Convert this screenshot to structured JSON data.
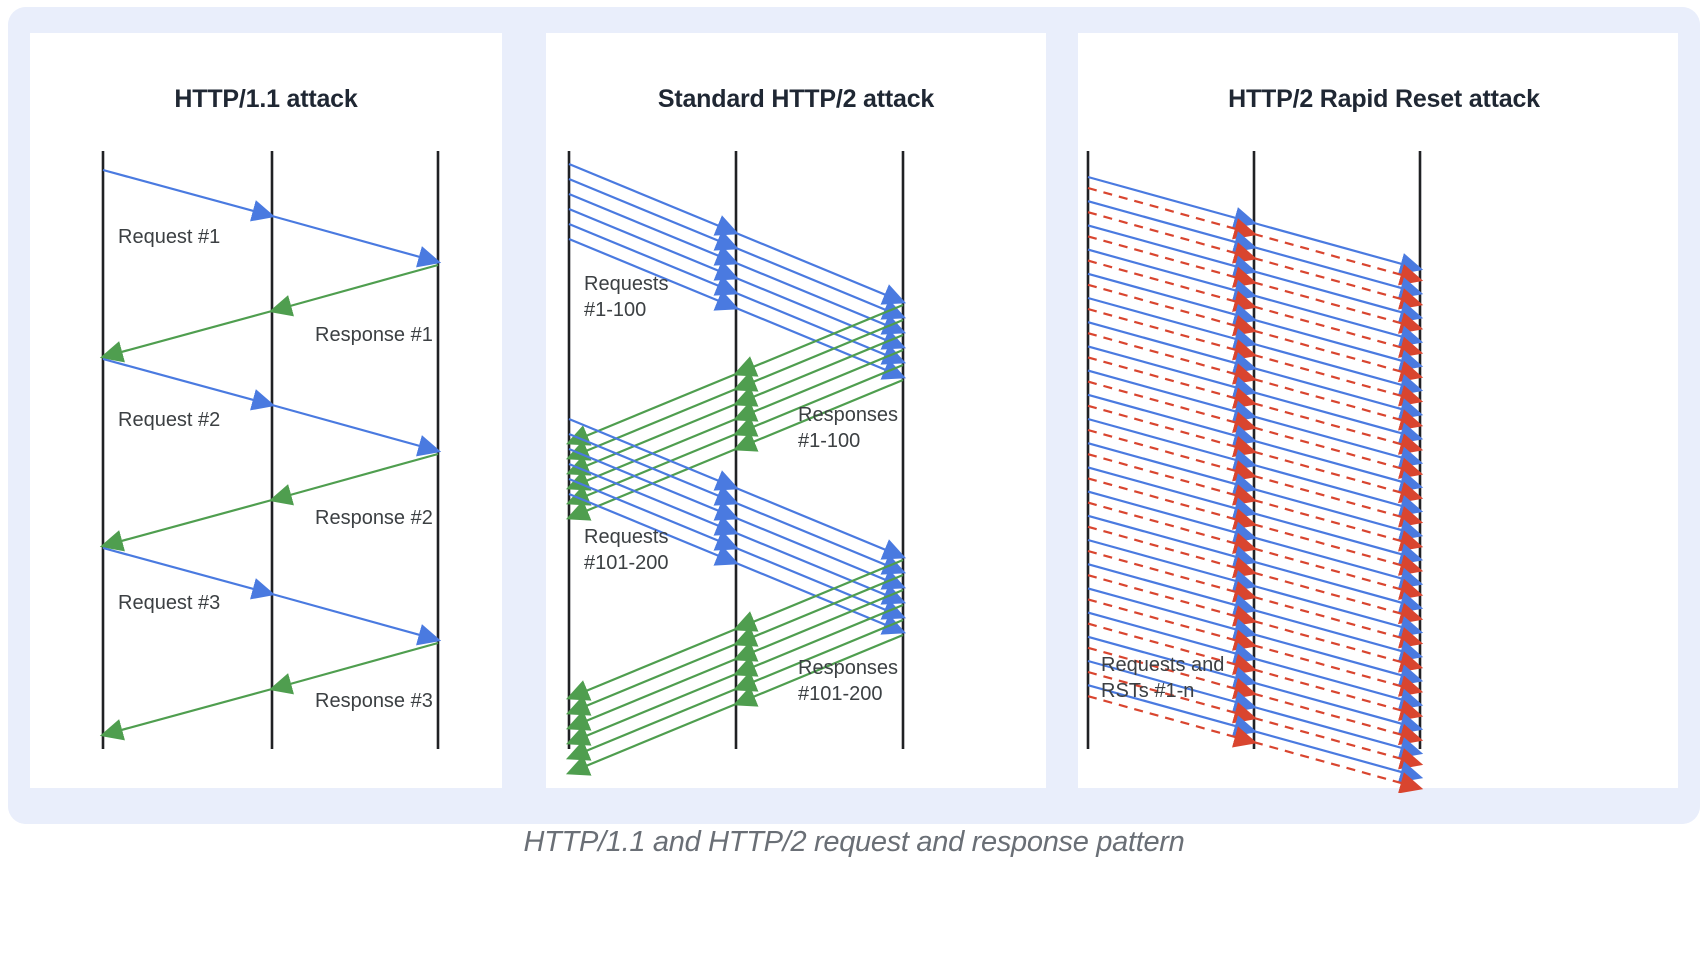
{
  "caption": "HTTP/1.1 and HTTP/2 request and response pattern",
  "colors": {
    "request_blue": "#4a7ae0",
    "response_green": "#4f9e4f",
    "reset_red": "#d9452f",
    "lifeline": "#202124",
    "panel_background": "#e9eefb",
    "card_background": "#ffffff",
    "title_text": "#1f2733",
    "caption_text": "#6a6f76"
  },
  "panels": [
    {
      "id": "http11",
      "title": "HTTP/1.1 attack",
      "lifelines": 3,
      "labels": [
        "Request #1",
        "Response #1",
        "Request #2",
        "Response #2",
        "Request #3",
        "Response #3"
      ],
      "exchanges": [
        {
          "kind": "request",
          "label": "Request #1",
          "style": "solid",
          "color": "#4a7ae0",
          "count": 1
        },
        {
          "kind": "response",
          "label": "Response #1",
          "style": "solid",
          "color": "#4f9e4f",
          "count": 1
        },
        {
          "kind": "request",
          "label": "Request #2",
          "style": "solid",
          "color": "#4a7ae0",
          "count": 1
        },
        {
          "kind": "response",
          "label": "Response #2",
          "style": "solid",
          "color": "#4f9e4f",
          "count": 1
        },
        {
          "kind": "request",
          "label": "Request #3",
          "style": "solid",
          "color": "#4a7ae0",
          "count": 1
        },
        {
          "kind": "response",
          "label": "Response #3",
          "style": "solid",
          "color": "#4f9e4f",
          "count": 1
        }
      ]
    },
    {
      "id": "http2-standard",
      "title": "Standard HTTP/2 attack",
      "lifelines": 3,
      "labels": [
        "Requests",
        "#1-100",
        "Responses",
        "#1-100",
        "Requests",
        "#101-200",
        "Responses",
        "#101-200"
      ],
      "exchanges": [
        {
          "kind": "request",
          "label_line1": "Requests",
          "label_line2": "#1-100",
          "style": "solid",
          "color": "#4a7ae0",
          "count": 6
        },
        {
          "kind": "response",
          "label_line1": "Responses",
          "label_line2": "#1-100",
          "style": "solid",
          "color": "#4f9e4f",
          "count": 6
        },
        {
          "kind": "request",
          "label_line1": "Requests",
          "label_line2": "#101-200",
          "style": "solid",
          "color": "#4a7ae0",
          "count": 6
        },
        {
          "kind": "response",
          "label_line1": "Responses",
          "label_line2": "#101-200",
          "style": "solid",
          "color": "#4f9e4f",
          "count": 6
        }
      ]
    },
    {
      "id": "http2-rapid-reset",
      "title": "HTTP/2 Rapid Reset attack",
      "lifelines": 3,
      "labels": [
        "Requests and",
        "RSTs #1-n"
      ],
      "exchanges": [
        {
          "kind": "request",
          "label_line1": "Requests and",
          "label_line2": "RSTs #1-n",
          "style": "solid",
          "color": "#4a7ae0",
          "count": 22
        },
        {
          "kind": "reset",
          "label_line1": "Requests and",
          "label_line2": "RSTs #1-n",
          "style": "dashed",
          "color": "#d9452f",
          "count": 22
        }
      ]
    }
  ],
  "chart_data": {
    "type": "diagram",
    "title": "HTTP/1.1 and HTTP/2 request and response pattern",
    "subtype": "sequence-diagram",
    "panel_count": 3,
    "series": [
      {
        "name": "HTTP/1.1 attack",
        "requests": 3,
        "responses": 3,
        "resets": 0
      },
      {
        "name": "Standard HTTP/2 attack",
        "requests": 200,
        "responses": 200,
        "resets": 0
      },
      {
        "name": "HTTP/2 Rapid Reset attack",
        "requests": 22,
        "responses": 0,
        "resets": 22
      }
    ]
  }
}
